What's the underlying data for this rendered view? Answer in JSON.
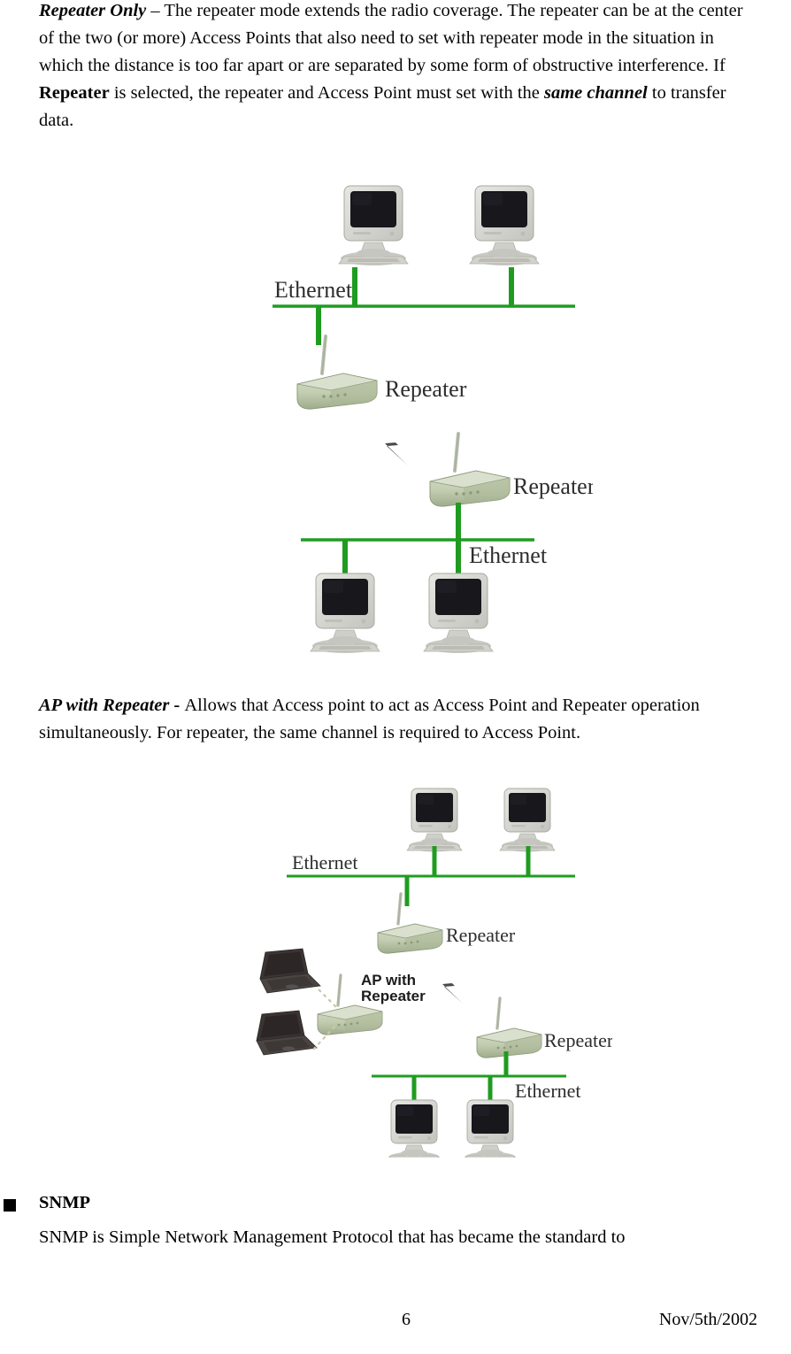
{
  "document": {
    "page_number": "6",
    "date": "Nov/5th/2002"
  },
  "sections": {
    "repeater_only": {
      "term": "Repeater Only",
      "dash": " – ",
      "text_1": "The repeater mode extends the radio coverage. The repeater can be at the center of the two (or more) Access Points that also need to set with repeater mode in the situation in which the distance is too far apart or are separated by some form of obstructive interference. If ",
      "emphasis_1": "Repeater",
      "text_2": " is selected, the repeater and Access Point must set with the ",
      "emphasis_2": "same channel",
      "text_3": " to transfer data."
    },
    "ap_with_repeater": {
      "term": "AP with Repeater",
      "dash": " - ",
      "text_1": "Allows that Access point to act as Access Point and Repeater operation simultaneously. For repeater, the same channel is required to Access Point."
    },
    "snmp": {
      "heading": "SNMP",
      "body": "SNMP is Simple Network Management Protocol that has became the standard to"
    }
  },
  "figures": {
    "repeater_only": {
      "caption_labels": {
        "ethernet_top": "Ethernet",
        "repeater_top": "Repeater",
        "repeater_bottom": "Repeater",
        "ethernet_bottom": "Ethernet"
      }
    },
    "ap_with_repeater": {
      "caption_labels": {
        "ethernet_top": "Ethernet",
        "repeater_top": "Repeater",
        "ap_with_repeater_line1": "AP with",
        "ap_with_repeater_line2": "Repeater",
        "repeater_right": "Repeater",
        "ethernet_bottom": "Ethernet"
      }
    }
  },
  "colors": {
    "ethernet_line": "#1f9c20",
    "device_body": "#c3cdb1",
    "device_body_dark": "#a6b293",
    "monitor_case": "#d8d8d4",
    "monitor_screen": "#17171c",
    "laptop_body": "#3a3433",
    "wireless_bolt": "#4a4a4a",
    "label_text": "#2d2d2d",
    "page_background": "#ffffff"
  }
}
